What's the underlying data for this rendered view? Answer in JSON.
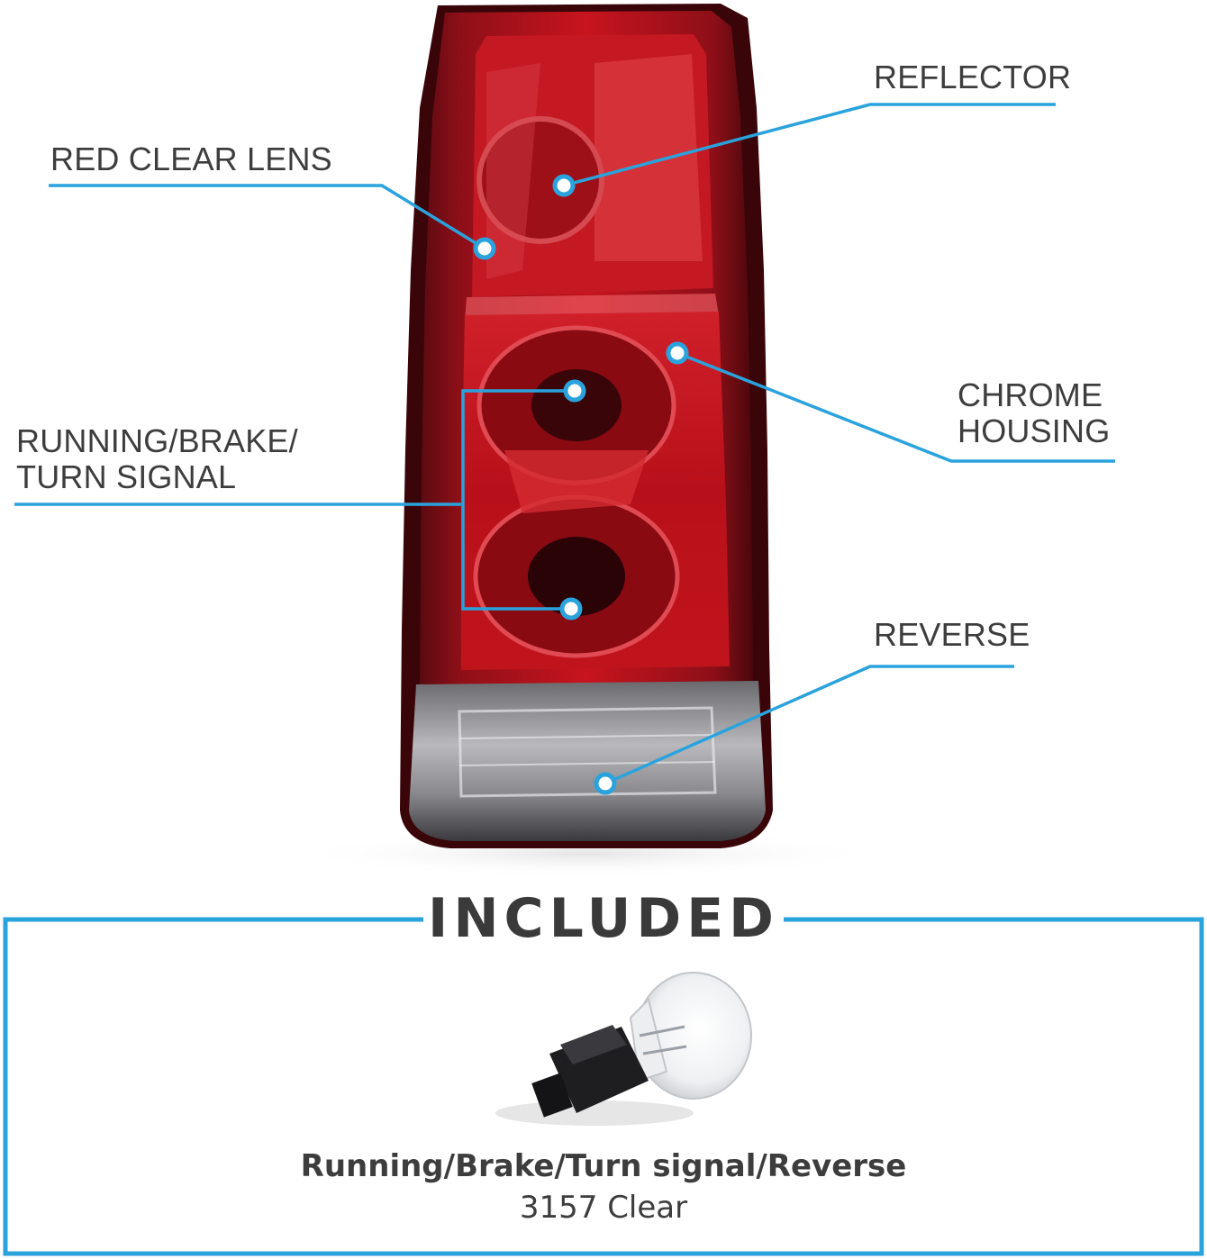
{
  "accent_color": "#2aa3dd",
  "callouts": {
    "red_clear_lens": "RED CLEAR LENS",
    "reflector": "REFLECTOR",
    "chrome_housing_line1": "CHROME",
    "chrome_housing_line2": "HOUSING",
    "running_line1": "RUNNING/BRAKE/",
    "running_line2": "TURN SIGNAL",
    "reverse": "REVERSE"
  },
  "included": {
    "title": "INCLUDED",
    "bulb_function": "Running/Brake/Turn signal/Reverse",
    "bulb_model": "3157 Clear"
  }
}
